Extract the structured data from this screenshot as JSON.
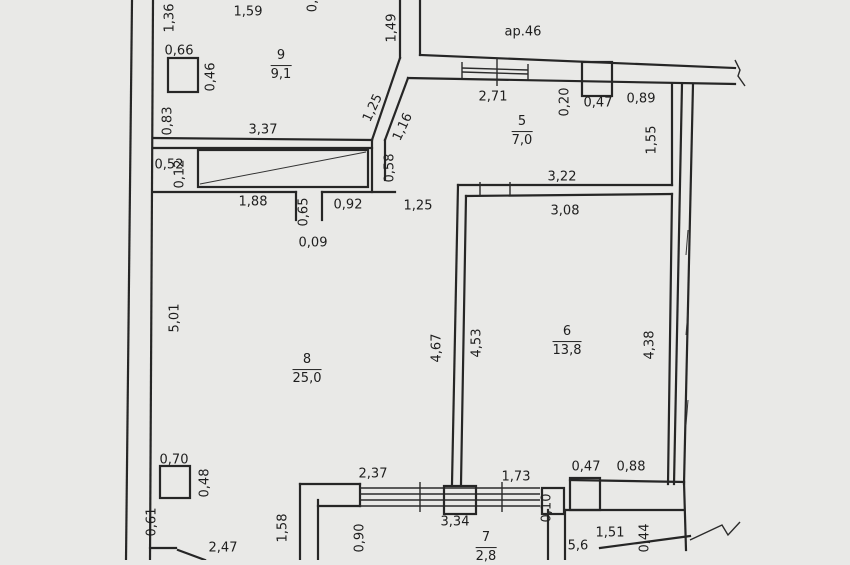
{
  "apartment_label": "ар.46",
  "rooms": [
    {
      "id": "room-9",
      "number": "9",
      "area": "9,1"
    },
    {
      "id": "room-5",
      "number": "5",
      "area": "7,0"
    },
    {
      "id": "room-6",
      "number": "6",
      "area": "13,8"
    },
    {
      "id": "room-8",
      "number": "8",
      "area": "25,0"
    },
    {
      "id": "room-7",
      "number": "7",
      "area": "2,8"
    }
  ],
  "dimensions": {
    "d_1_36": "1,36",
    "d_1_59": "1,59",
    "d_0_top": "0,",
    "d_1_49": "1,49",
    "d_0_66": "0,66",
    "d_0_46": "0,46",
    "d_2_71": "2,71",
    "d_0_20": "0,20",
    "d_0_47a": "0,47",
    "d_0_89": "0,89",
    "d_1_25a": "1,25",
    "d_1_16": "1,16",
    "d_0_83": "0,83",
    "d_3_37": "3,37",
    "d_1_55": "1,55",
    "d_0_52": "0,52",
    "d_0_58": "0,58",
    "d_0_12": "0,12",
    "d_3_22": "3,22",
    "d_1_88": "1,88",
    "d_0_65": "0,65",
    "d_0_92": "0,92",
    "d_1_25b": "1,25",
    "d_3_08": "3,08",
    "d_0_09": "0,09",
    "d_5_01": "5,01",
    "d_4_67": "4,67",
    "d_4_53": "4,53",
    "d_4_38": "4,38",
    "d_0_70": "0,70",
    "d_0_48": "0,48",
    "d_2_37": "2,37",
    "d_1_73": "1,73",
    "d_0_47b": "0,47",
    "d_0_88": "0,88",
    "d_0_61": "0,61",
    "d_1_58": "1,58",
    "d_0_90": "0,90",
    "d_3_34": "3,34",
    "d_0_10": "0,10",
    "d_5_6": "5,6",
    "d_1_51": "1,51",
    "d_0_44": "0,44",
    "d_2_47": "2,47"
  }
}
